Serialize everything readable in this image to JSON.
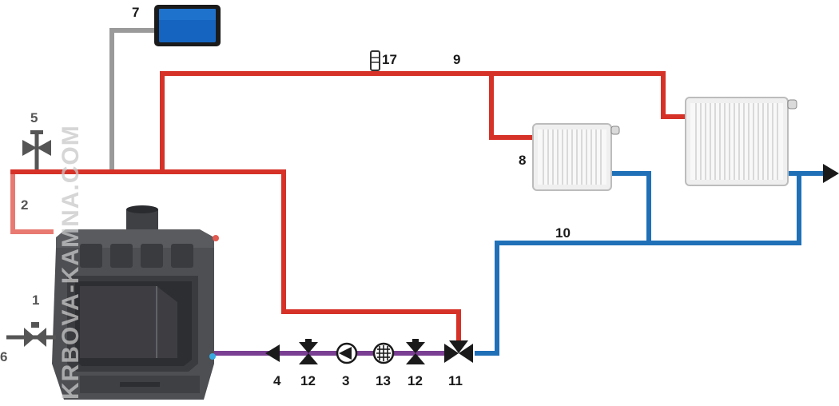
{
  "watermark": "KRBOVA-KAMNA.COM",
  "labels": {
    "l1": "1",
    "l2": "2",
    "l3": "3",
    "l4": "4",
    "l5": "5",
    "l6": "6",
    "l7": "7",
    "l8": "8",
    "l9": "9",
    "l10": "10",
    "l11": "11",
    "l12a": "12",
    "l12b": "12",
    "l13": "13",
    "l17": "17"
  },
  "colors": {
    "supply": "#d63228",
    "return": "#2070b8",
    "pump_line": "#7a3f93",
    "control_line": "#9a9a9a",
    "safety_loop": "#e87a72",
    "stove_body": "#4e4f53",
    "stove_dark": "#2d2e31",
    "radiator": "#efefef",
    "controller_screen": "#1565c0"
  },
  "icons": {
    "controller": "controller-icon",
    "air-vent": "air-vent-icon",
    "pump": "pump-icon",
    "filter": "filter-icon",
    "ball-valve": "ball-valve-icon",
    "three-way-valve": "three-way-valve-icon",
    "check-valve": "check-valve-icon"
  }
}
